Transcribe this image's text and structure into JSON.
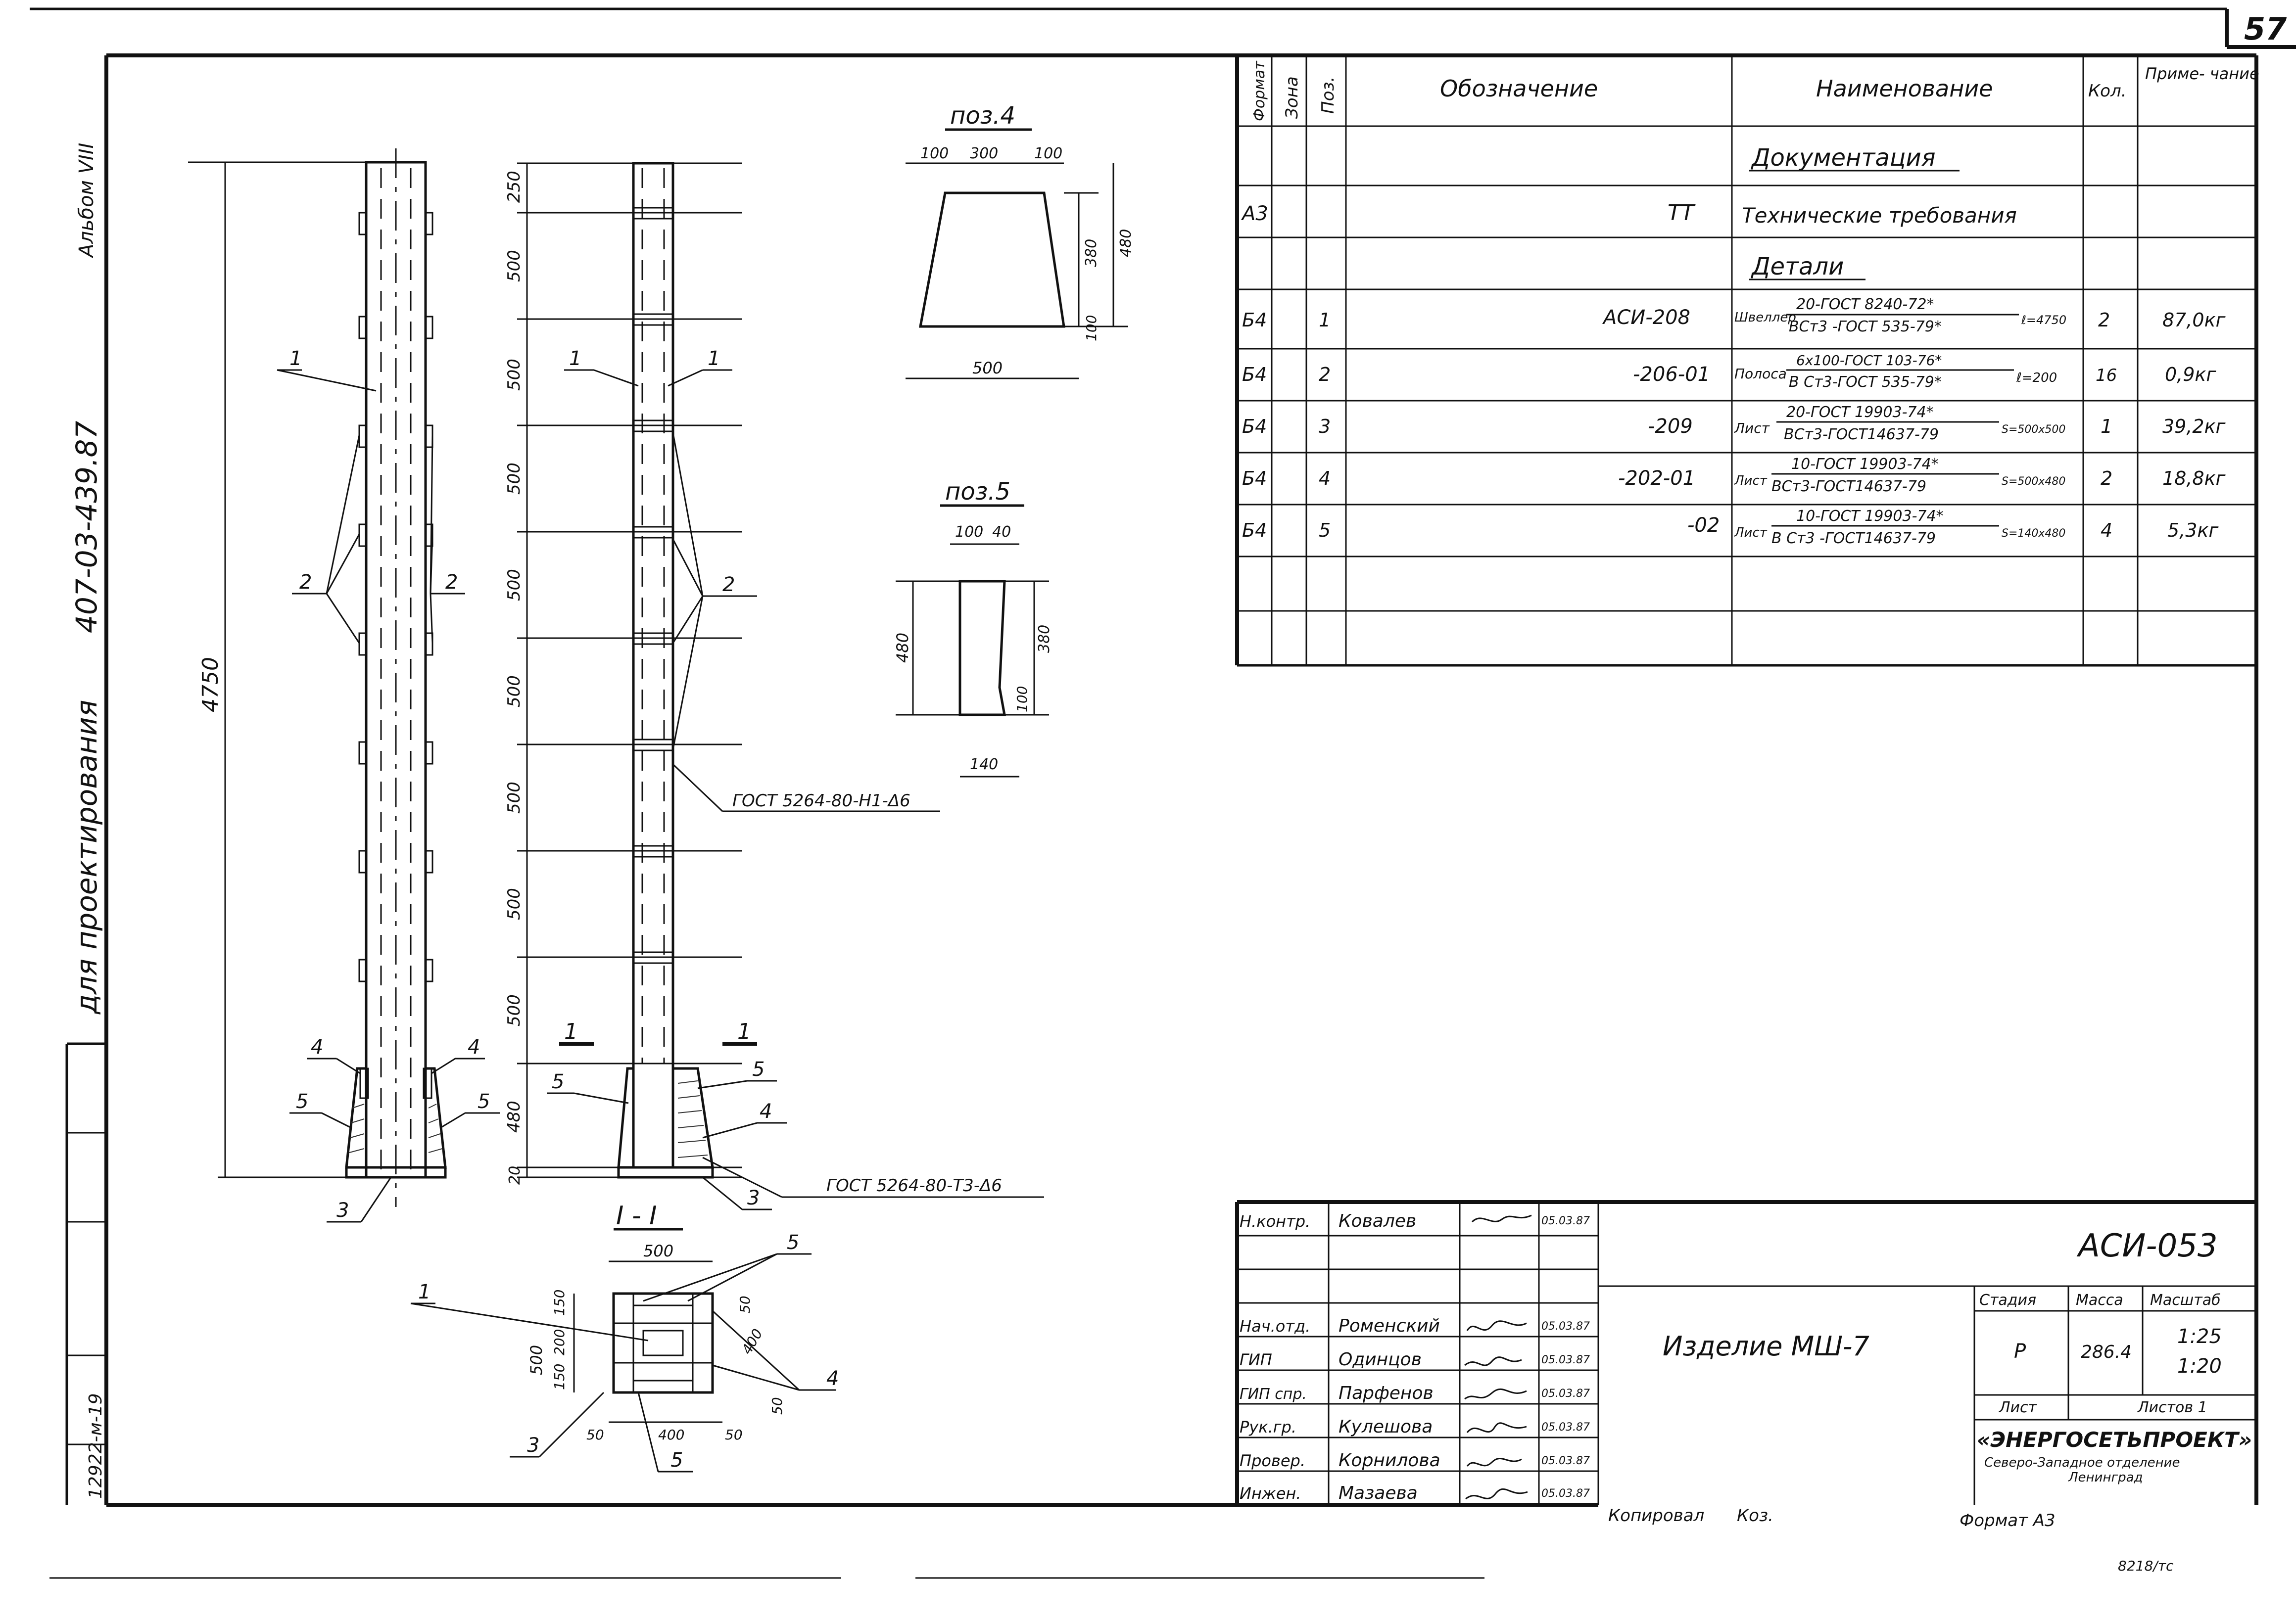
{
  "sheet": {
    "page_number": "57",
    "sheet_number_bottom": "12922-м-19",
    "series": "407-03-439.87",
    "for_design": "для проектирования",
    "albums": "Альбом VIII",
    "stamp_bottom_right": "8218/тс",
    "copied_by": "Копировал",
    "copied_sig": "Коз.",
    "format": "Формат А3"
  },
  "drawing": {
    "mark_1": "1",
    "mark_2": "2",
    "mark_3": "3",
    "mark_4": "4",
    "mark_5": "5",
    "dim_total": "4750",
    "dim_250": "250",
    "dim_500": "500",
    "dim_480": "480",
    "dim_20": "20",
    "section_mark": "1",
    "section_title": "I - I",
    "weld_1": "ГОСТ 5264-80-Н1-Δ6",
    "weld_2": "ГОСТ 5264-80-Т3-Δ6",
    "sec_500": "500",
    "sec_150": "150",
    "sec_200": "200",
    "sec_400": "400",
    "sec_50": "50",
    "poz4_title": "поз.4",
    "poz4_100a": "100",
    "poz4_300": "300",
    "poz4_100b": "100",
    "poz4_380": "380",
    "poz4_480": "480",
    "poz4_100c": "100",
    "poz4_500": "500",
    "poz5_title": "поз.5",
    "poz5_100": "100",
    "poz5_40": "40",
    "poz5_480": "480",
    "poz5_380": "380",
    "poz5_100b": "100",
    "poz5_140": "140"
  },
  "spec": {
    "headers": {
      "format": "Формат",
      "zone": "Зона",
      "pos": "Поз.",
      "designation": "Обозначение",
      "name": "Наименование",
      "qty": "Кол.",
      "note": "Приме- чание"
    },
    "section_docs": "Документация",
    "section_parts": "Детали",
    "rows": [
      {
        "format": "А3",
        "pos": "",
        "designation": "ТТ",
        "name": "Технические требования",
        "qty": "",
        "note": ""
      },
      {
        "format": "Б4",
        "pos": "1",
        "designation": "АСИ-208",
        "name_prefix": "Швеллер",
        "name_top": "20-ГОСТ 8240-72*",
        "name_bottom": "ВСт3 -ГОСТ 535-79*",
        "name_suffix": "ℓ=4750",
        "qty": "2",
        "note": "87,0кг"
      },
      {
        "format": "Б4",
        "pos": "2",
        "designation": "-206-01",
        "name_prefix": "Полоса",
        "name_top": "6х100-ГОСТ 103-76*",
        "name_bottom": "В Ст3-ГОСТ 535-79*",
        "name_suffix": "ℓ=200",
        "qty": "16",
        "note": "0,9кг"
      },
      {
        "format": "Б4",
        "pos": "3",
        "designation": "-209",
        "name_prefix": "Лист",
        "name_top": "20-ГОСТ 19903-74*",
        "name_bottom": "ВСт3-ГОСТ14637-79",
        "name_suffix": "S=500х500",
        "qty": "1",
        "note": "39,2кг"
      },
      {
        "format": "Б4",
        "pos": "4",
        "designation": "-202-01",
        "name_prefix": "Лист",
        "name_top": "10-ГОСТ 19903-74*",
        "name_bottom": "ВСт3-ГОСТ14637-79",
        "name_suffix": "S=500х480",
        "qty": "2",
        "note": "18,8кг"
      },
      {
        "format": "Б4",
        "pos": "5",
        "designation": "-02",
        "name_prefix": "Лист",
        "name_top": "10-ГОСТ 19903-74*",
        "name_bottom": "В Ст3 -ГОСТ14637-79",
        "name_suffix": "S=140х480",
        "qty": "4",
        "note": "5,3кг"
      }
    ]
  },
  "title_block": {
    "code": "АСИ-053",
    "item": "Изделие МШ-7",
    "stage_label": "Стадия",
    "mass_label": "Масса",
    "scale_label": "Масштаб",
    "stage": "Р",
    "mass": "286.4",
    "scale1": "1:25",
    "scale2": "1:20",
    "sheet_label": "Лист",
    "sheets_label": "Листов 1",
    "org1": "«ЭНЕРГОСЕТЬПРОЕКТ»",
    "org2": "Северо-Западное отделение",
    "org3": "Ленинград",
    "people": [
      {
        "role": "Н.контр.",
        "name": "Ковалев",
        "date": "05.03.87"
      },
      {
        "role": "",
        "name": "",
        "date": ""
      },
      {
        "role": "",
        "name": "",
        "date": ""
      },
      {
        "role": "Нач.отд.",
        "name": "Роменский",
        "date": "05.03.87"
      },
      {
        "role": "ГИП",
        "name": "Одинцов",
        "date": "05.03.87"
      },
      {
        "role": "ГИП спр.",
        "name": "Парфенов",
        "date": "05.03.87"
      },
      {
        "role": "Рук.гр.",
        "name": "Кулешова",
        "date": "05.03.87"
      },
      {
        "role": "Провер.",
        "name": "Корнилова",
        "date": "05.03.87"
      },
      {
        "role": "Инжен.",
        "name": "Мазаева",
        "date": "05.03.87"
      }
    ]
  }
}
